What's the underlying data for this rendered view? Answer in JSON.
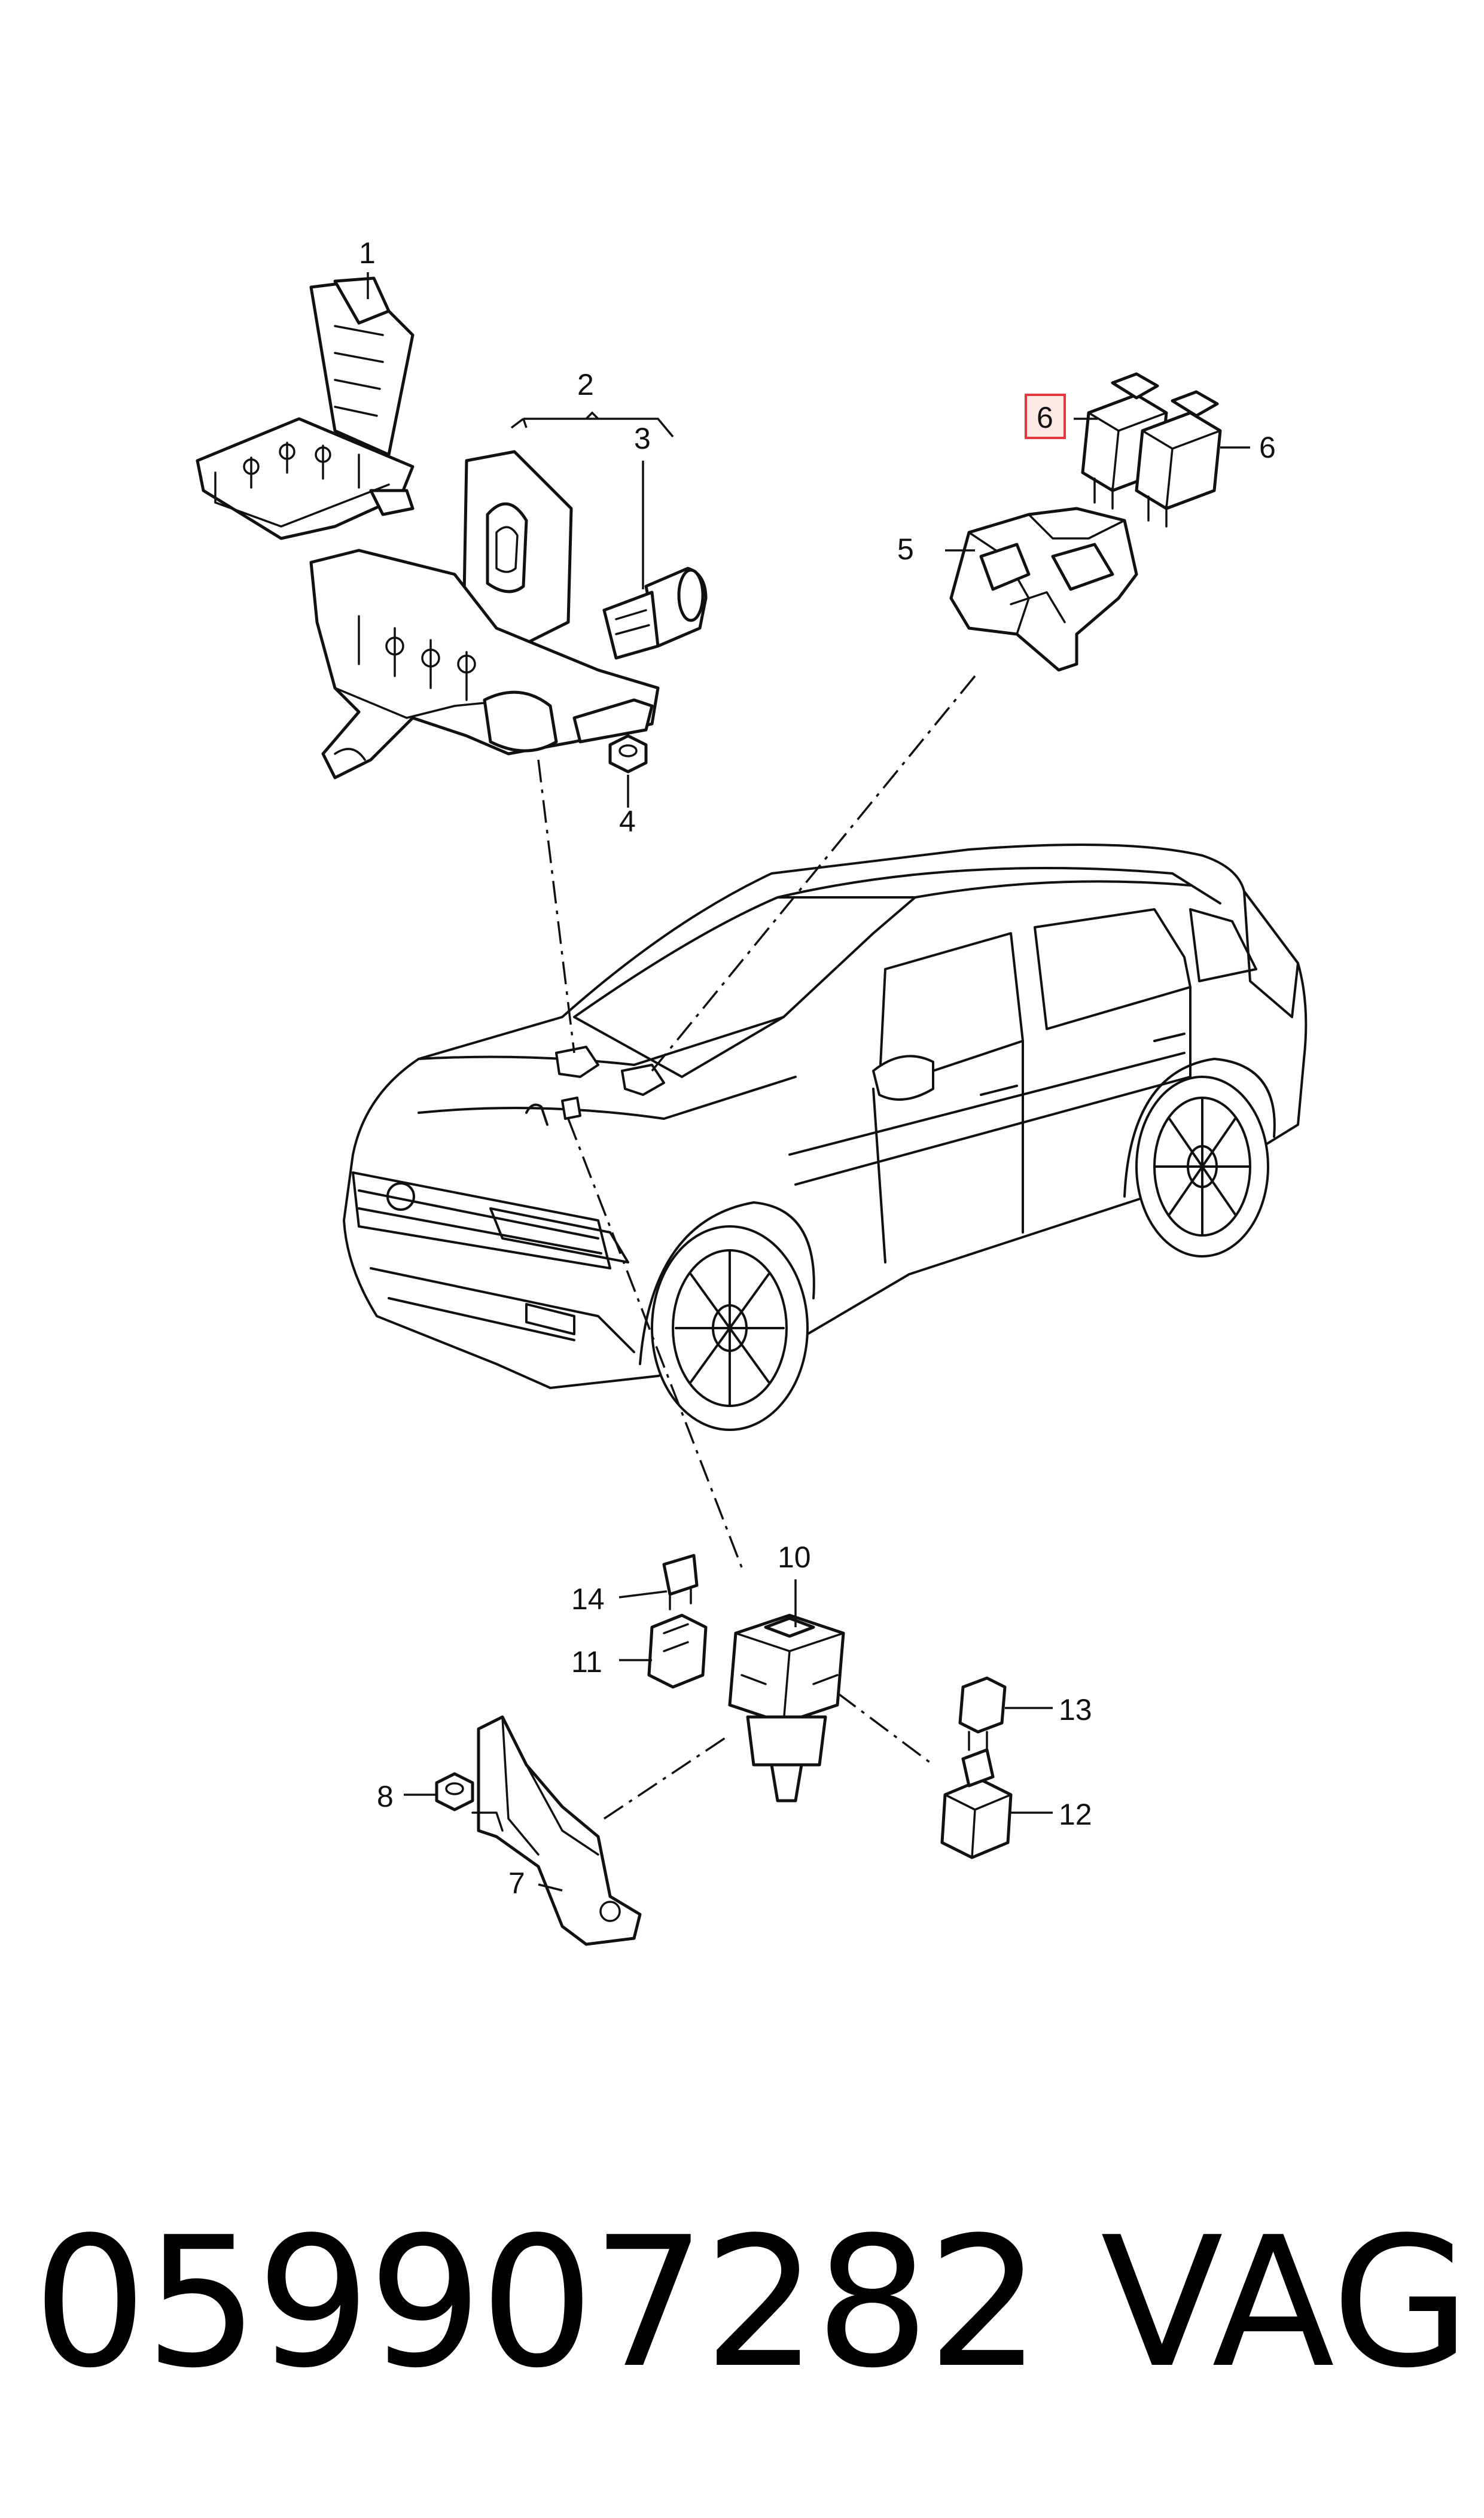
{
  "diagram": {
    "callouts": {
      "c1": "1",
      "c2": "2",
      "c3": "3",
      "c4": "4",
      "c5": "5",
      "c6_highlighted": "6",
      "c6": "6",
      "c7": "7",
      "c8": "8",
      "c10": "10",
      "c11": "11",
      "c12": "12",
      "c13": "13",
      "c14": "14"
    },
    "highlighted_part": "6",
    "highlight_color": "#e0393e"
  },
  "footer": {
    "part_number": "059907282",
    "brand": "VAG"
  }
}
